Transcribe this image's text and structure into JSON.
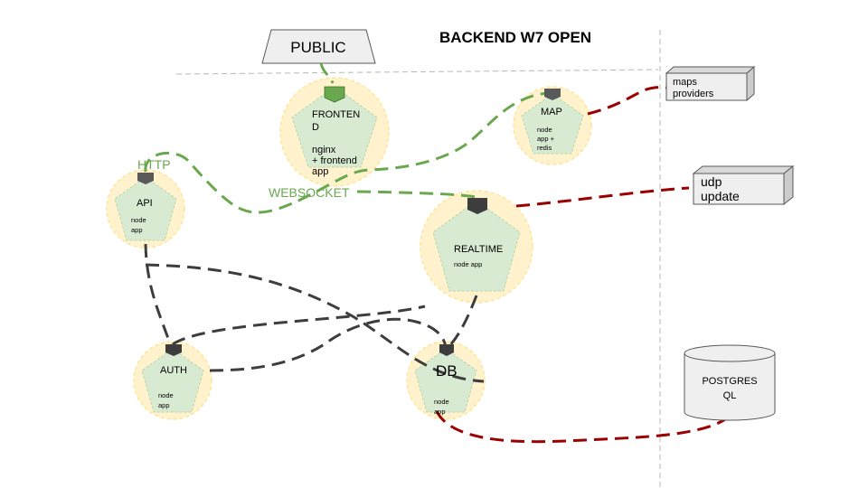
{
  "diagram": {
    "title": "BACKEND W7 OPEN",
    "public_label": "PUBLIC",
    "services": {
      "frontend": {
        "name_lines": [
          "FRONTEN",
          "D"
        ],
        "detail_lines": [
          "nginx",
          "+ frontend",
          "app"
        ]
      },
      "map": {
        "name_lines": [
          "MAP"
        ],
        "detail_lines": [
          "node",
          "app +",
          "redis"
        ]
      },
      "api": {
        "name_lines": [
          "API"
        ],
        "detail_lines": [
          "node",
          "app"
        ]
      },
      "realtime": {
        "name_lines": [
          "REALTIME"
        ],
        "detail_lines": [
          "node app"
        ]
      },
      "auth": {
        "name_lines": [
          "AUTH"
        ],
        "detail_lines": [
          "node",
          "app"
        ]
      },
      "db": {
        "name_lines": [
          "DB"
        ],
        "detail_lines": [
          "node",
          "app"
        ]
      }
    },
    "edge_labels": {
      "http": "HTTP",
      "websocket": "WEBSOCKET"
    },
    "external": {
      "maps": {
        "lines": [
          "maps",
          "providers"
        ]
      },
      "udp": {
        "lines": [
          "udp",
          "update"
        ]
      },
      "postgres": {
        "lines": [
          "POSTGRES",
          "QL"
        ]
      }
    },
    "colors": {
      "green_line": "#6aa84f",
      "red_line": "#990000",
      "dark_line": "#3d3d3d",
      "node_fill": "#d9ead3",
      "halo": "#fff2cc",
      "halo_stroke": "#ffe599",
      "port_gray": "#595959",
      "port_green": "#6aa84f"
    }
  }
}
